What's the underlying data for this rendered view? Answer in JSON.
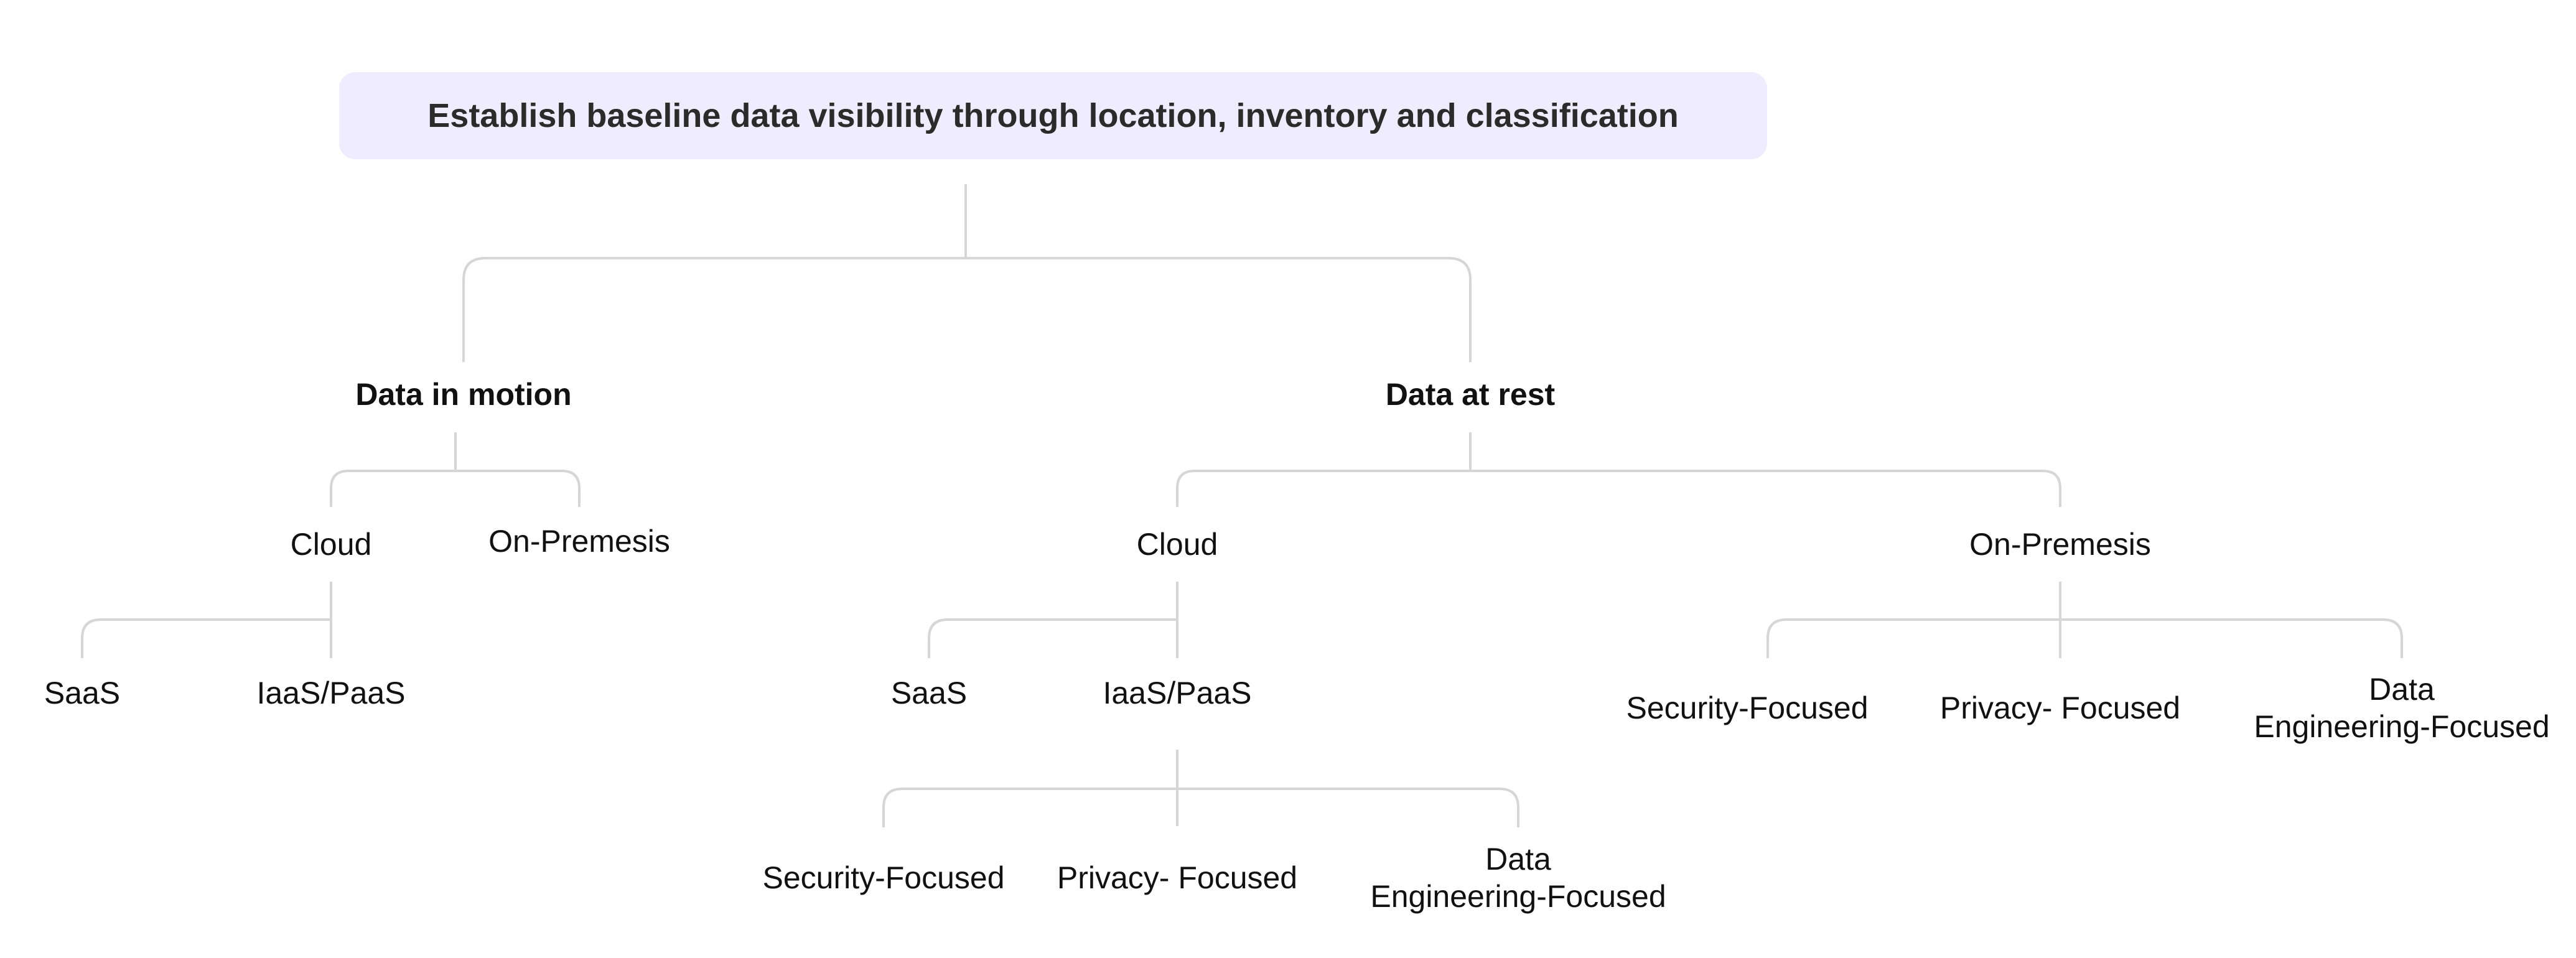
{
  "root": {
    "title": "Establish baseline data visibility through location, inventory and classification"
  },
  "branches": {
    "motion": {
      "label": "Data in motion",
      "cloud": {
        "label": "Cloud",
        "saas": "SaaS",
        "iaas": "IaaS/PaaS"
      },
      "onprem": {
        "label": "On-Premesis"
      }
    },
    "rest": {
      "label": "Data at rest",
      "cloud": {
        "label": "Cloud",
        "saas": "SaaS",
        "iaas": {
          "label": "IaaS/PaaS",
          "security": "Security-Focused",
          "privacy": "Privacy- Focused",
          "data_line1": "Data",
          "data_line2": "Engineering-Focused"
        }
      },
      "onprem": {
        "label": "On-Premesis",
        "security": "Security-Focused",
        "privacy": "Privacy- Focused",
        "data_line1": "Data",
        "data_line2": "Engineering-Focused"
      }
    }
  },
  "colors": {
    "root_background": "#efedfd",
    "connector": "#d6d6d6",
    "text": "#111111",
    "root_text": "#2b2b2b"
  }
}
